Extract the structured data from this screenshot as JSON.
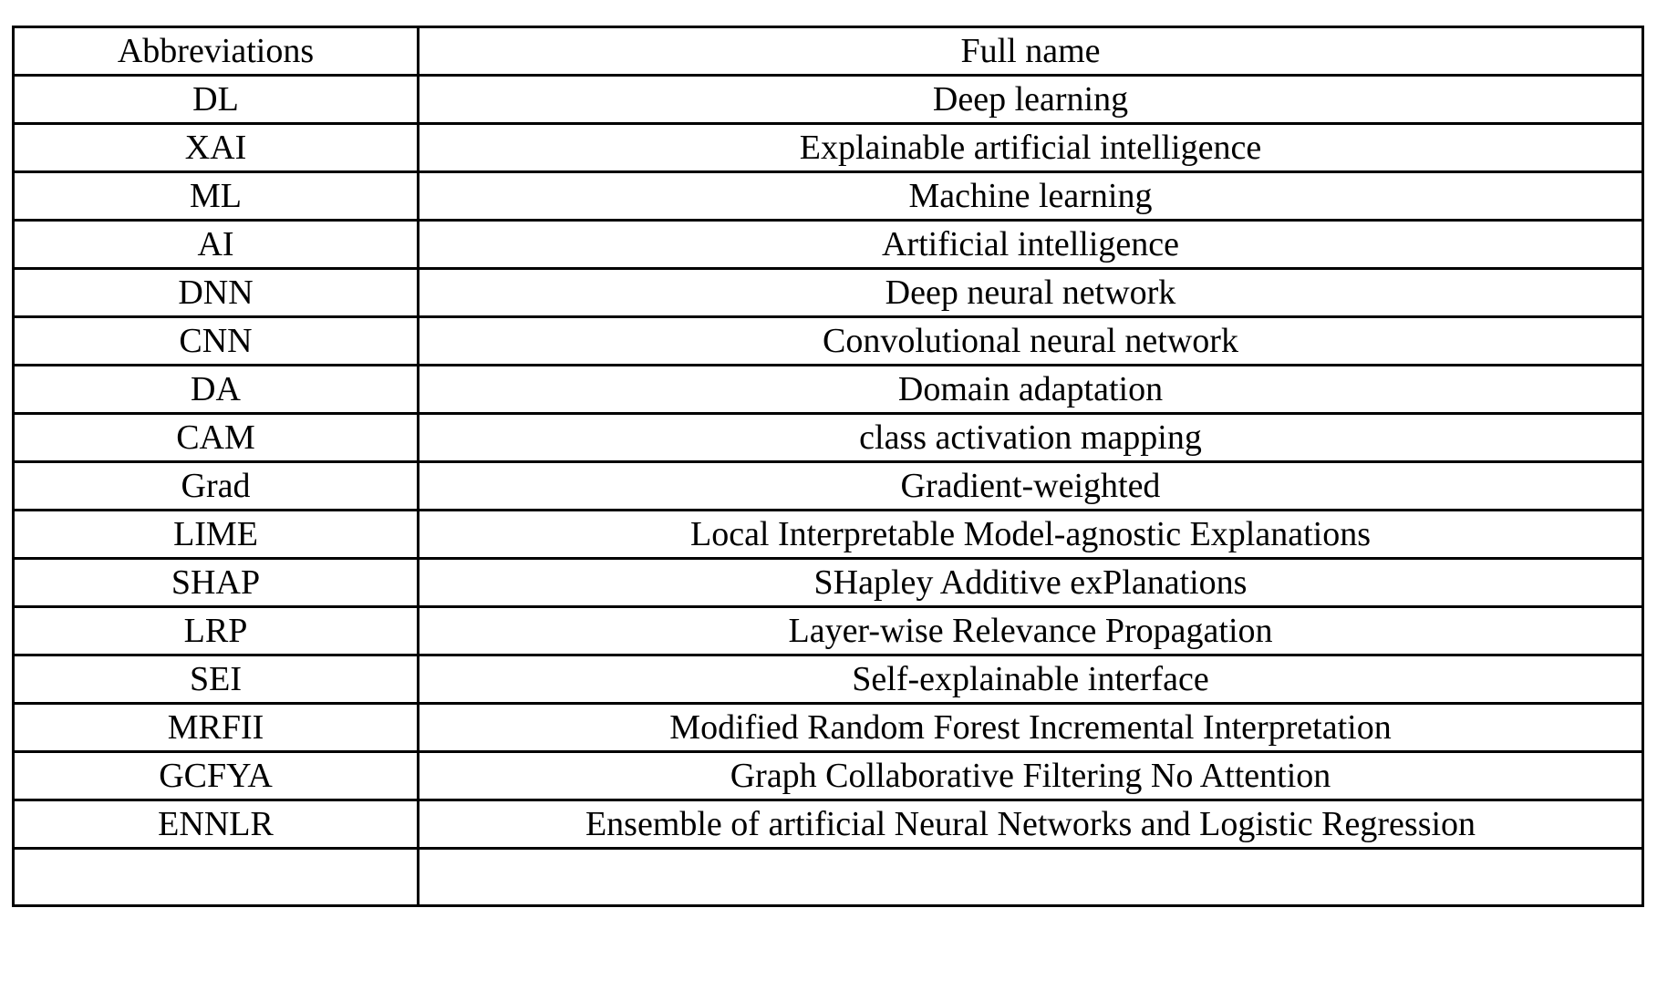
{
  "table": {
    "columns": [
      "Abbreviations",
      "Full name"
    ],
    "rows": [
      {
        "abbr": "DL",
        "full": "Deep learning"
      },
      {
        "abbr": "XAI",
        "full": "Explainable artificial intelligence"
      },
      {
        "abbr": "ML",
        "full": "Machine learning"
      },
      {
        "abbr": "AI",
        "full": "Artificial intelligence"
      },
      {
        "abbr": "DNN",
        "full": "Deep neural network"
      },
      {
        "abbr": "CNN",
        "full": "Convolutional neural network"
      },
      {
        "abbr": "DA",
        "full": "Domain adaptation"
      },
      {
        "abbr": "CAM",
        "full": "class activation mapping"
      },
      {
        "abbr": "Grad",
        "full": "Gradient-weighted"
      },
      {
        "abbr": "LIME",
        "full": "Local Interpretable Model-agnostic Explanations"
      },
      {
        "abbr": "SHAP",
        "full": "SHapley Additive exPlanations"
      },
      {
        "abbr": "LRP",
        "full": "Layer-wise Relevance Propagation"
      },
      {
        "abbr": "SEI",
        "full": "Self-explainable interface"
      },
      {
        "abbr": "MRFII",
        "full": "Modified Random Forest Incremental Interpretation"
      },
      {
        "abbr": "GCFYA",
        "full": "Graph Collaborative Filtering No Attention"
      },
      {
        "abbr": "ENNLR",
        "full": "Ensemble of artificial Neural Networks and Logistic Regression"
      },
      {
        "abbr": "",
        "full": ""
      }
    ],
    "colors": {
      "border": "#000000",
      "text": "#000000",
      "background": "#ffffff"
    }
  }
}
